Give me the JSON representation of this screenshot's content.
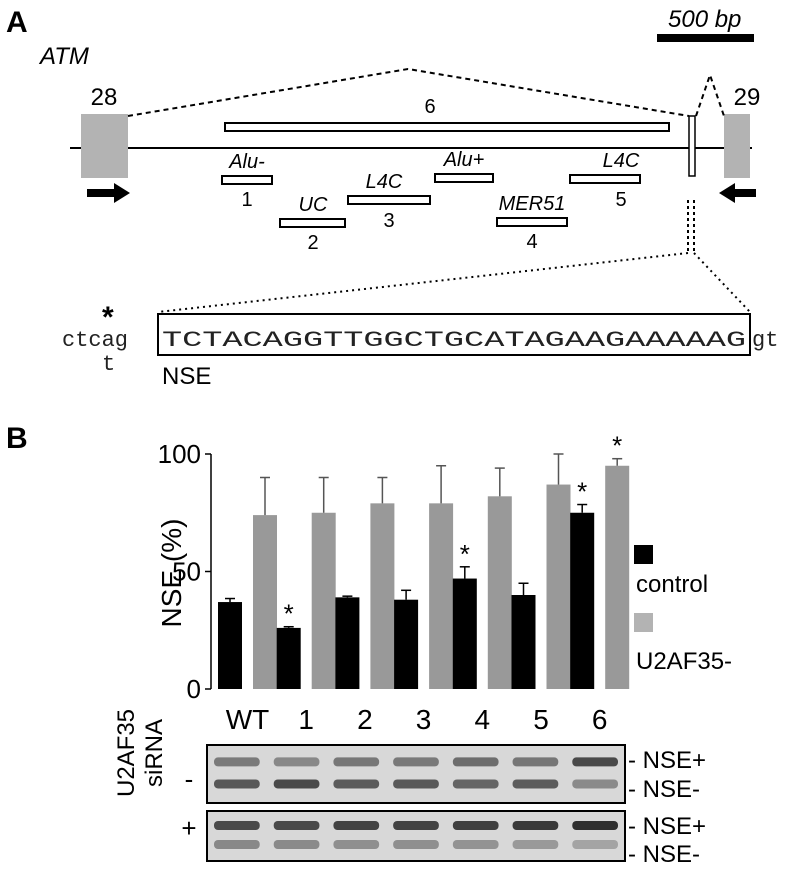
{
  "panel_a": {
    "panel_label": "A",
    "gene": "ATM",
    "scale_bar_label": "500 bp",
    "exon_left": "28",
    "exon_right": "29",
    "regions": [
      {
        "id": "1",
        "name": "Alu-"
      },
      {
        "id": "2",
        "name": "UC"
      },
      {
        "id": "3",
        "name": "L4C"
      },
      {
        "id": "4",
        "name": "MER51"
      },
      {
        "id": "5",
        "name": "L4C"
      },
      {
        "id": "6",
        "name": ""
      }
    ],
    "seq_asterisk": "*",
    "seq_left": "ctcag",
    "seq_box": "TCTACAGGTTGGCTGCATAGAAGAAAAAG",
    "seq_right": "gt",
    "seq_variant": "t",
    "nse_label": "NSE"
  },
  "panel_b": {
    "panel_label": "B",
    "ylabel": "NSE (%)",
    "y_ticks": [
      "0",
      "50",
      "100"
    ],
    "significance_mark": "*",
    "gel": {
      "row_label": "U2AF35 siRNA",
      "row_minus": "-",
      "row_plus": "+",
      "band_top": "- NSE+",
      "band_bottom": "- NSE-"
    }
  },
  "chart_data": {
    "type": "bar",
    "categories": [
      "WT",
      "1",
      "2",
      "3",
      "4",
      "5",
      "6"
    ],
    "ylabel": "NSE (%)",
    "ylim": [
      0,
      100
    ],
    "series": [
      {
        "name": "control",
        "color": "#000000",
        "values": [
          37,
          26,
          39,
          38,
          47,
          40,
          75
        ],
        "errors": [
          1.5,
          0.5,
          0.5,
          4,
          5,
          5,
          3.5
        ],
        "significant": [
          false,
          true,
          false,
          false,
          true,
          false,
          true
        ]
      },
      {
        "name": "U2AF35-",
        "color": "#999999",
        "values": [
          74,
          75,
          79,
          79,
          82,
          87,
          95
        ],
        "errors": [
          16,
          15,
          11,
          16,
          12,
          13,
          3
        ],
        "significant": [
          false,
          false,
          false,
          false,
          false,
          false,
          true
        ]
      }
    ],
    "legend_position": "right",
    "grid": false
  }
}
